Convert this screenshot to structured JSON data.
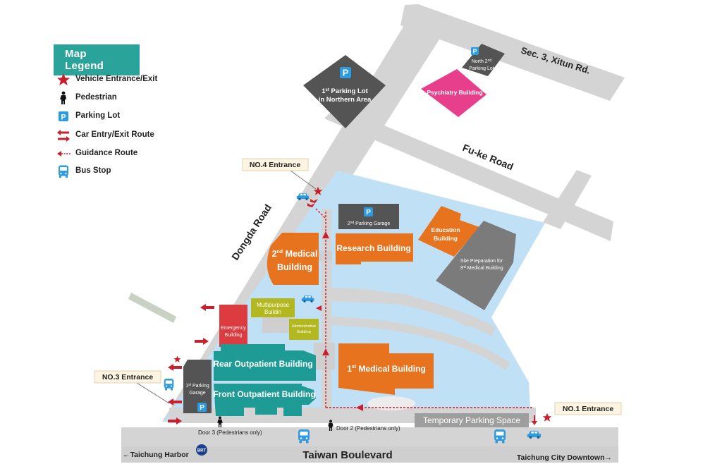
{
  "legend": {
    "title": "Map Legend",
    "items": [
      {
        "icon": "star-icon",
        "label": "Vehicle Entrance/Exit"
      },
      {
        "icon": "pedestrian-icon",
        "label": "Pedestrian"
      },
      {
        "icon": "parking-icon",
        "label": "Parking Lot"
      },
      {
        "icon": "car-route-arrows-icon",
        "label": "Car Entry/Exit Route"
      },
      {
        "icon": "guidance-route-arrow-icon",
        "label": "Guidance Route"
      },
      {
        "icon": "bus-icon",
        "label": "Bus Stop"
      }
    ]
  },
  "roads": {
    "xitun": "Sec. 3, Xitun Rd.",
    "fuke": "Fu-ke Road",
    "dongda": "Dongda Road",
    "taiwan_blvd": "Taiwan Boulevard",
    "taichung_harbor": "←Taichung Harbor",
    "downtown": "Taichung City Downtown→",
    "brt": "BRT"
  },
  "entrances": {
    "no1": "NO.1 Entrance",
    "no3": "NO.3 Entrance",
    "no4": "NO.4 Entrance"
  },
  "doors": {
    "door2": "Door 2 (Pedestrians only)",
    "door3": "Door 3 (Pedestrians only)"
  },
  "buildings": {
    "north_lot": {
      "line1": "1",
      "sup": "st",
      "line1b": " Parking Lot",
      "line2": "in Northern Area"
    },
    "north2_lot": {
      "line1a": "North 2",
      "sup": "nd",
      "line2": "Parking Lot"
    },
    "psychiatry": "Psychiatry Building",
    "garage2": {
      "a": "2",
      "sup": "nd",
      "b": " Parking Garage"
    },
    "research": "Research Building",
    "education": {
      "line1": "Education",
      "line2": "Building"
    },
    "site_prep": {
      "line1": "Site Preparation for",
      "line2a": "3",
      "sup": "rd",
      "line2b": " Medical Building"
    },
    "medical2": {
      "a": "2",
      "sup": "nd",
      "b": " Medical",
      "line2": "Building"
    },
    "multipurpose": {
      "line1": "Multipurpose",
      "line2": "Buildin"
    },
    "administrative": {
      "line1": "Administrative",
      "line2": "Building"
    },
    "emergency": {
      "line1": "Emergency",
      "line2": "Building"
    },
    "rear_outpatient": "Rear Outpatient Building",
    "front_outpatient": "Front Outpatient Building",
    "medical1": {
      "a": "1",
      "sup": "st",
      "b": " Medical Building"
    },
    "garage1": {
      "a": "1",
      "sup": "st",
      "b": " Parking",
      "line2": "Garage"
    },
    "temp_parking": "Temporary Parking Space"
  },
  "parking_symbol": "P",
  "colors": {
    "road": "#d4d4d4",
    "campus": "#bfe0f5",
    "orange": "#e8731e",
    "teal": "#1f9b95",
    "red": "#dc3b40",
    "olive": "#b3b821",
    "dark": "#545454",
    "pink": "#e83f8c",
    "route": "#c8202f",
    "accent": "#2aa39a"
  }
}
